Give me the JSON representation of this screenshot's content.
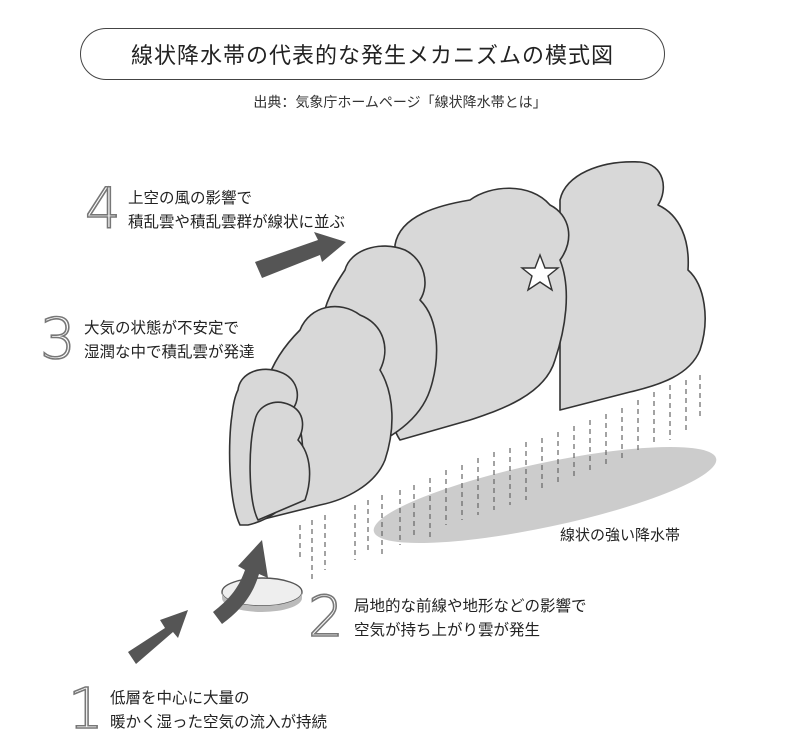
{
  "title": "線状降水帯の代表的な発生メカニズムの模式図",
  "source": "出典：気象庁ホームページ「線状降水帯とは」",
  "steps": [
    {
      "num": "1",
      "line1": "低層を中心に大量の",
      "line2": "暖かく湿った空気の流入が持続"
    },
    {
      "num": "2",
      "line1": "局地的な前線や地形などの影響で",
      "line2": "空気が持ち上がり雲が発生"
    },
    {
      "num": "3",
      "line1": "大気の状態が不安定で",
      "line2": "湿潤な中で積乱雲が発達"
    },
    {
      "num": "4",
      "line1": "上空の風の影響で",
      "line2": "積乱雲や積乱雲群が線状に並ぶ"
    }
  ],
  "band_label": "線状の強い降水帯",
  "colors": {
    "cloud_fill": "#d8d8d8",
    "cloud_stroke": "#333333",
    "arrow": "#555555",
    "rain_band": "#cccccc"
  }
}
